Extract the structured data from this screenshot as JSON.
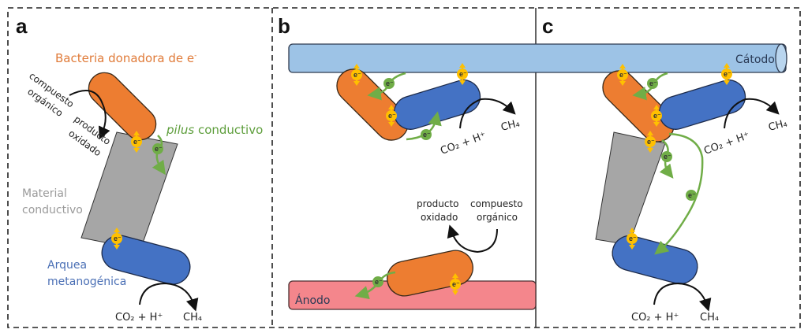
{
  "figure": {
    "panels": [
      {
        "letter": "a",
        "donor_label": "Bacteria donadora de e",
        "donor_label_sup": "-",
        "substrate_label_1": "compuesto",
        "substrate_label_2": "orgánico",
        "product_label_1": "producto",
        "product_label_2": "oxidado",
        "pilus_label_italic": "pilus",
        "pilus_label_rest": " conductivo",
        "material_label_1": "Material",
        "material_label_2": "conductivo",
        "archaea_label_1": "Arquea",
        "archaea_label_2": "metanogénica",
        "reactant": "CO₂ + H⁺",
        "product": "CH₄"
      },
      {
        "letter": "b",
        "cathode_label": "",
        "anode_label": "Ánodo",
        "product_label_1": "producto",
        "product_label_2": "oxidado",
        "substrate_label_1": "compuesto",
        "substrate_label_2": "orgánico",
        "reactant": "CO₂ + H⁺",
        "product": "CH₄"
      },
      {
        "letter": "c",
        "cathode_label": "Cátodo",
        "reactant_top": "CO₂ + H⁺",
        "product_top": "CH₄",
        "reactant_bottom": "CO₂ + H⁺",
        "product_bottom": "CH₄"
      }
    ],
    "electron_symbol": "e⁻",
    "colors": {
      "donor_bacteria": "#ED7D31",
      "archaea": "#4472C4",
      "conductive_material": "#A6A6A6",
      "cathode": "#9DC3E6",
      "anode": "#F4868C",
      "electron_direct": "#FFC000",
      "electron_pilus": "#70AD47",
      "label_orange": "#E07B39",
      "label_green": "#5E9E3C",
      "label_blue": "#4A6FB5",
      "label_gray": "#9A9A9A"
    }
  }
}
